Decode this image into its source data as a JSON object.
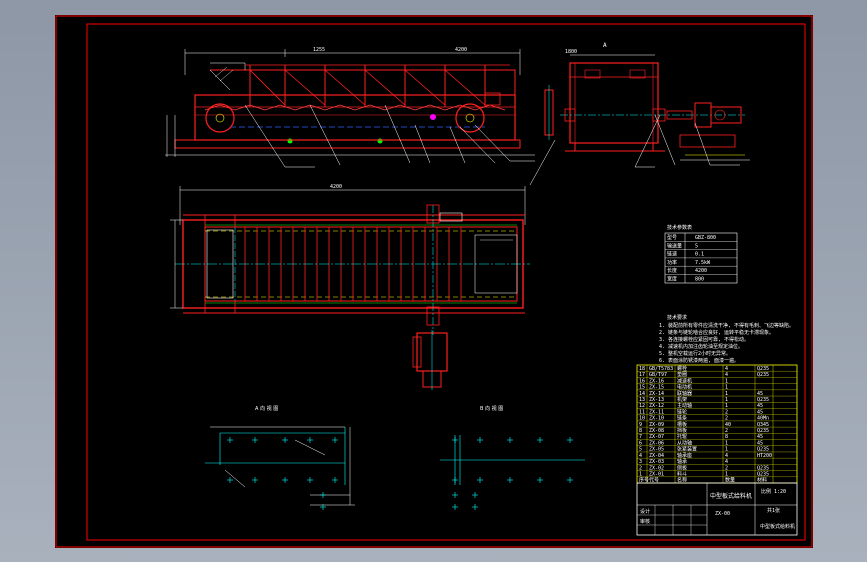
{
  "section_title_1": "A 向 视 图",
  "section_title_2": "B 向 视 图",
  "dim_top_1": "1255",
  "dim_top_2": "4200",
  "dim_side": "1800",
  "dim_plan": "4200",
  "view_label": "A",
  "colors": {
    "background": "#000000",
    "border": "#ff0000",
    "structure": "#ff2020",
    "dimension": "#ffffff",
    "centerline": "#00ffff",
    "hidden": "#ffff00",
    "ground": "#ffff00"
  },
  "spec_table": {
    "title": "技术参数表",
    "rows": [
      [
        "型号",
        "GBZ-800"
      ],
      [
        "输送量",
        "5"
      ],
      [
        "链速",
        "0.1"
      ],
      [
        "功率",
        "7.5kW"
      ],
      [
        "长度",
        "4200"
      ],
      [
        "宽度",
        "800"
      ]
    ]
  },
  "notes": {
    "title": "技术要求",
    "lines": [
      "1. 装配前所有零件应清洗干净, 不得有毛刺、飞边等缺陷。",
      "2. 链条与链轮啮合应良好, 运转平稳无卡滞现象。",
      "3. 各连接螺栓应紧固可靠, 不得松动。",
      "4. 减速机内加注齿轮油至规定油位。",
      "5. 整机空载运行2小时无异常。",
      "6. 表面涂防锈漆两遍, 面漆一遍。"
    ]
  },
  "bom": {
    "rows": [
      [
        "18",
        "GB/T5783",
        "螺栓",
        "4",
        "Q235"
      ],
      [
        "17",
        "GB/T97",
        "垫圈",
        "4",
        "Q235"
      ],
      [
        "16",
        "ZX-16",
        "减速机",
        "1",
        ""
      ],
      [
        "15",
        "ZX-15",
        "电动机",
        "1",
        ""
      ],
      [
        "14",
        "ZX-14",
        "联轴器",
        "1",
        "45"
      ],
      [
        "13",
        "ZX-13",
        "机架",
        "1",
        "Q235"
      ],
      [
        "12",
        "ZX-12",
        "主动轴",
        "1",
        "45"
      ],
      [
        "11",
        "ZX-11",
        "链轮",
        "2",
        "45"
      ],
      [
        "10",
        "ZX-10",
        "链条",
        "2",
        "40Mn"
      ],
      [
        "9",
        "ZX-09",
        "槽板",
        "40",
        "Q345"
      ],
      [
        "8",
        "ZX-08",
        "挡板",
        "2",
        "Q235"
      ],
      [
        "7",
        "ZX-07",
        "托辊",
        "8",
        "45"
      ],
      [
        "6",
        "ZX-06",
        "从动轴",
        "1",
        "45"
      ],
      [
        "5",
        "ZX-05",
        "张紧装置",
        "1",
        "Q235"
      ],
      [
        "4",
        "ZX-04",
        "轴承座",
        "4",
        "HT200"
      ],
      [
        "3",
        "ZX-03",
        "轴承",
        "4",
        ""
      ],
      [
        "2",
        "ZX-02",
        "侧板",
        "2",
        "Q235"
      ],
      [
        "1",
        "ZX-01",
        "料斗",
        "1",
        "Q235"
      ]
    ],
    "header": [
      "序号",
      "代号",
      "名称",
      "数量",
      "材料"
    ]
  },
  "title_block": {
    "drawing_name": "中型板式给料机",
    "scale": "比例 1:20",
    "sheet": "共1张",
    "drawing_no": "ZX-00",
    "company": "中型板式给料机",
    "designer": "设计",
    "checker": "审核"
  }
}
